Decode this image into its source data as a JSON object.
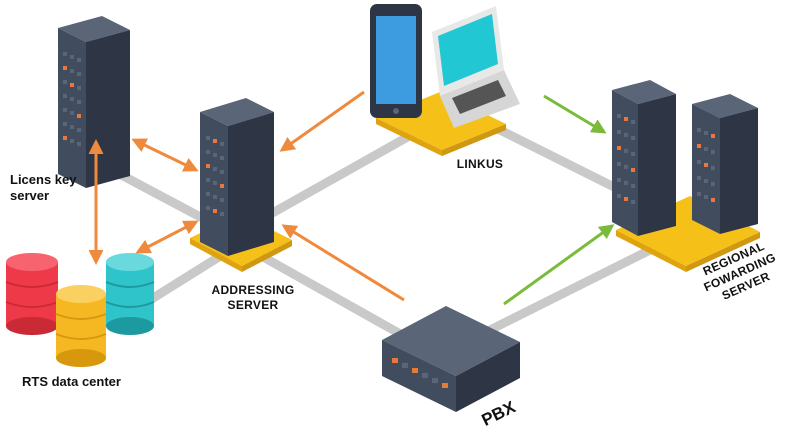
{
  "labels": {
    "license_server": [
      "Licens key",
      "server"
    ],
    "data_center": "RTS data center",
    "addressing": [
      "ADDRESSING",
      "SERVER"
    ],
    "linkus": "LINKUS",
    "regional": [
      "REGIONAL",
      "FOWARDING",
      "SERVER"
    ],
    "pbx": "PBX"
  },
  "colors": {
    "server_body": "#414c5e",
    "server_side": "#2e3646",
    "window_lit": "#e8793b",
    "window_dark": "#5a6578",
    "chip": "#f5c118",
    "chip_pin": "#e0a310",
    "link_line": "#c9c9c9",
    "arrow_orange": "#ef8a3c",
    "arrow_green": "#7bbb3c",
    "db_red": "#ee3a48",
    "db_yellow": "#f6b822",
    "db_teal": "#2ec4c9",
    "laptop_screen": "#21c8d3",
    "phone_screen": "#3d9be0"
  },
  "icons": [
    "license-server-icon",
    "addressing-server-icon",
    "regional-server-icon",
    "database-icon",
    "phone-icon",
    "laptop-icon",
    "pbx-icon",
    "chip-icon"
  ]
}
